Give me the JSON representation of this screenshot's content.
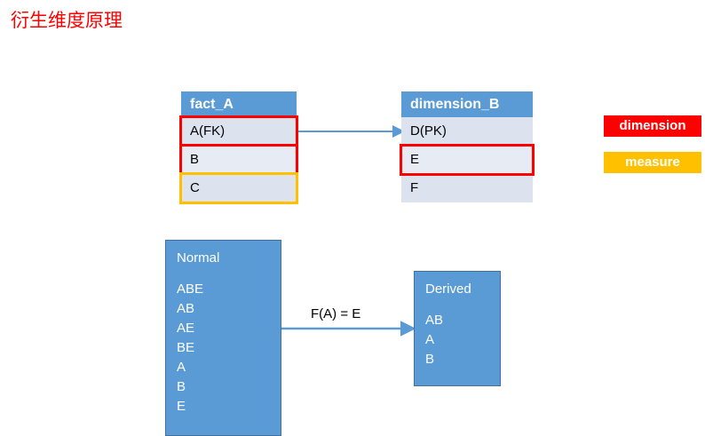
{
  "title": "衍生维度原理",
  "colors": {
    "title": "#FF0000",
    "table_header": "#5B9BD5",
    "table_row": "#DCE3EF",
    "box_fill": "#5B9BD5",
    "dimension": "#FF0000",
    "measure": "#FFC000",
    "arrow": "#5B9BD5"
  },
  "tables": [
    {
      "name": "fact_A",
      "header": "fact_A",
      "rows": [
        {
          "label": "A(FK)",
          "highlight": "dimension"
        },
        {
          "label": "B",
          "highlight": "dimension"
        },
        {
          "label": "C",
          "highlight": "measure"
        }
      ]
    },
    {
      "name": "dimension_B",
      "header": "dimension_B",
      "rows": [
        {
          "label": "D(PK)",
          "highlight": "none"
        },
        {
          "label": "E",
          "highlight": "dimension"
        },
        {
          "label": "F",
          "highlight": "none"
        }
      ]
    }
  ],
  "legend": [
    {
      "label": "dimension",
      "color": "#FF0000"
    },
    {
      "label": "measure",
      "color": "#FFC000"
    }
  ],
  "cuboids": {
    "normal": {
      "title": "Normal",
      "items": [
        "ABE",
        "AB",
        "AE",
        "BE",
        "A",
        "B",
        "E"
      ]
    },
    "derived": {
      "title": "Derived",
      "items": [
        "AB",
        "A",
        "B"
      ]
    }
  },
  "edges": {
    "fk_join": {
      "label": ""
    },
    "derivation": {
      "label": "F(A) = E"
    }
  }
}
